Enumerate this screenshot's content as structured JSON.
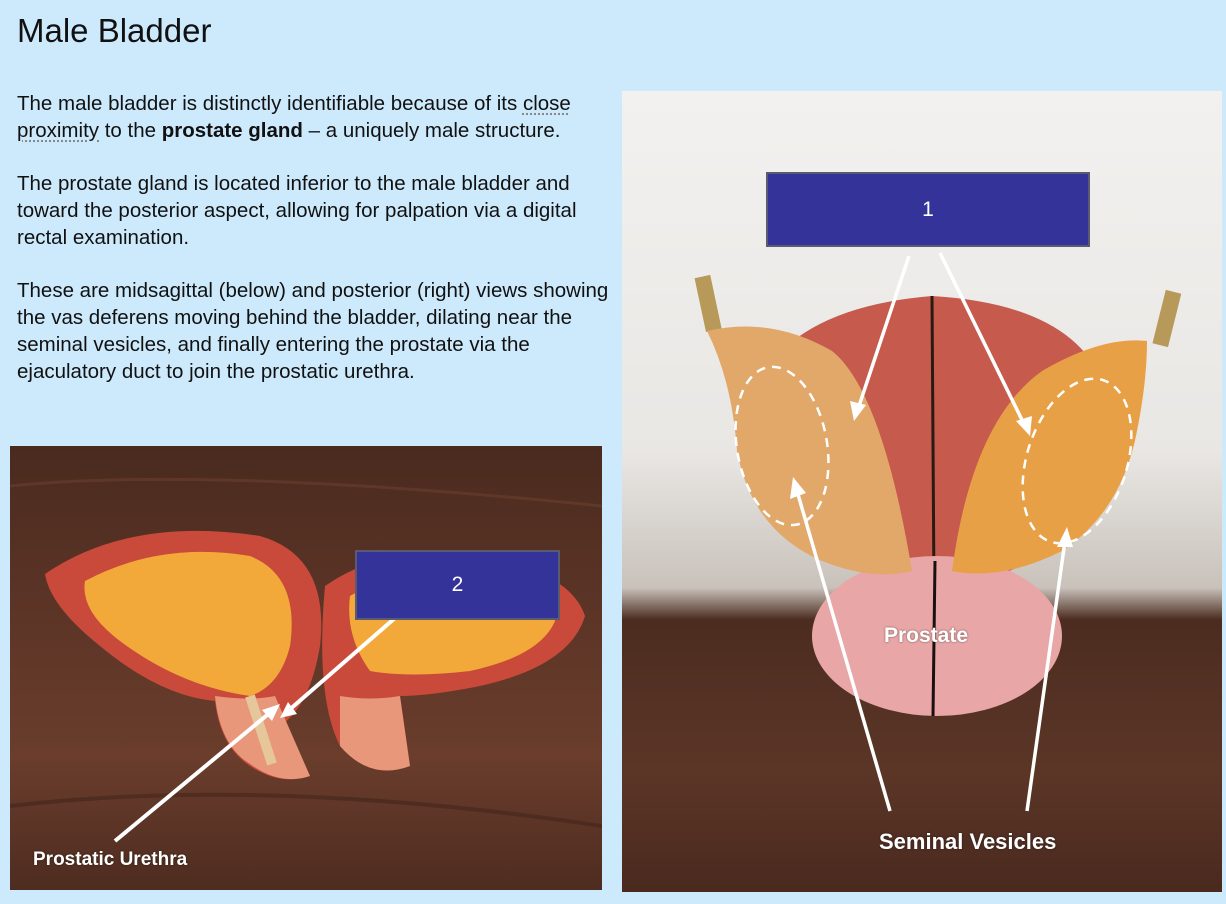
{
  "slide": {
    "title": "Male Bladder",
    "paragraph1": {
      "text_a": "The male bladder is distinctly identifiable because of its ",
      "dotted_text": "close proximity",
      "text_b": " to the ",
      "bold_text": "prostate gland",
      "text_c": " – a uniquely male structure."
    },
    "paragraph2": "The prostate gland is located inferior to the male bladder and toward the posterior aspect, allowing for palpation via a digital rectal examination.",
    "paragraph3": "These are midsagittal (below) and posterior (right) views showing the vas deferens moving behind the bladder, dilating near the seminal vesicles, and finally entering the prostate via the ejaculatory duct to join the prostatic urethra."
  },
  "left_photo": {
    "label_box": "2",
    "label": "Prostatic Urethra"
  },
  "right_photo": {
    "label_box": "1",
    "label_prostate": "Prostate",
    "label_seminal": "Seminal Vesicles"
  },
  "colors": {
    "background": "#cdeafc",
    "label_box": "#333399"
  }
}
